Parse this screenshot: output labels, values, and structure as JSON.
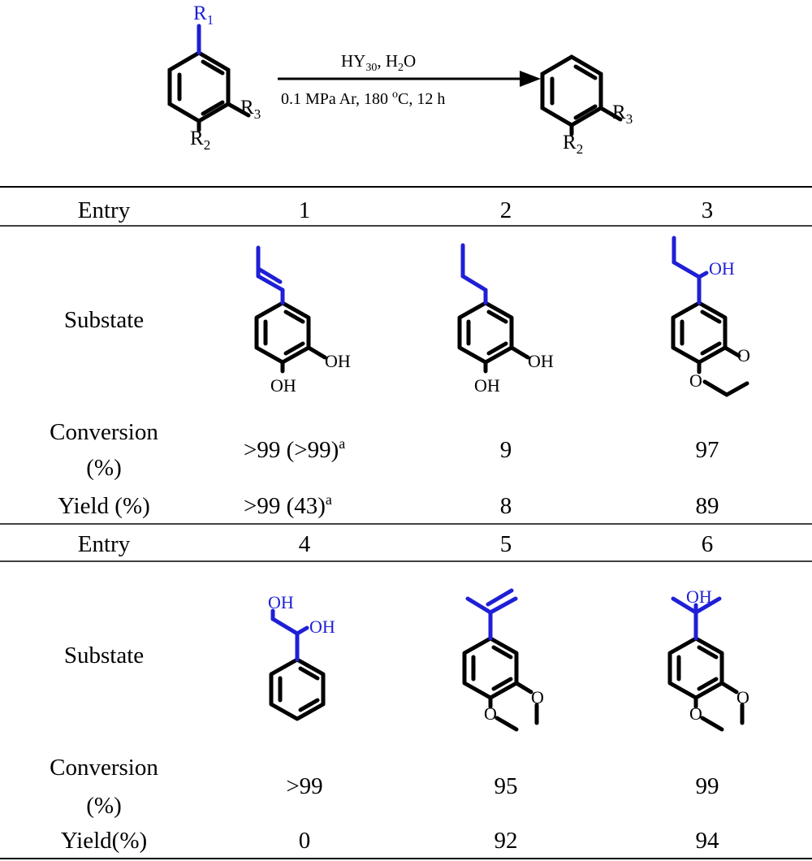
{
  "scheme": {
    "reagents": {
      "line1": "HY30, H2O",
      "line2": "0.1 MPa Ar, 180 oC, 12 h"
    },
    "reactant_labels": {
      "r1": "R1",
      "r2": "R2",
      "r3": "R3"
    },
    "product_labels": {
      "r2": "R2",
      "r3": "R3"
    }
  },
  "table": {
    "row_labels": {
      "entry": "Entry",
      "substrate": "Substate",
      "conversion": [
        "Conversion",
        "(%)"
      ],
      "yield_top": "Yield (%)",
      "yield_bottom": "Yield(%)"
    },
    "blocks": [
      {
        "entries": [
          {
            "entry": "1",
            "conversion": ">99 (>99)",
            "conversion_note": "a",
            "yield": ">99 (43)",
            "yield_note": "a",
            "substrate_labels": [
              "OH",
              "OH"
            ]
          },
          {
            "entry": "2",
            "conversion": "9",
            "conversion_note": "",
            "yield": "8",
            "yield_note": "",
            "substrate_labels": [
              "OH",
              "OH"
            ]
          },
          {
            "entry": "3",
            "conversion": "97",
            "conversion_note": "",
            "yield": "89",
            "yield_note": "",
            "substrate_labels": [
              "OH",
              "O",
              "O"
            ]
          }
        ]
      },
      {
        "entries": [
          {
            "entry": "4",
            "conversion": ">99",
            "conversion_note": "",
            "yield": "0",
            "yield_note": "",
            "substrate_labels": [
              "OH",
              "OH"
            ]
          },
          {
            "entry": "5",
            "conversion": "95",
            "conversion_note": "",
            "yield": "92",
            "yield_note": "",
            "substrate_labels": [
              "O",
              "O"
            ]
          },
          {
            "entry": "6",
            "conversion": "99",
            "conversion_note": "",
            "yield": "94",
            "yield_note": "",
            "substrate_labels": [
              "OH",
              "O",
              "O"
            ]
          }
        ]
      }
    ]
  },
  "colors": {
    "highlight": "#1f1fd6",
    "bond": "#000000"
  }
}
